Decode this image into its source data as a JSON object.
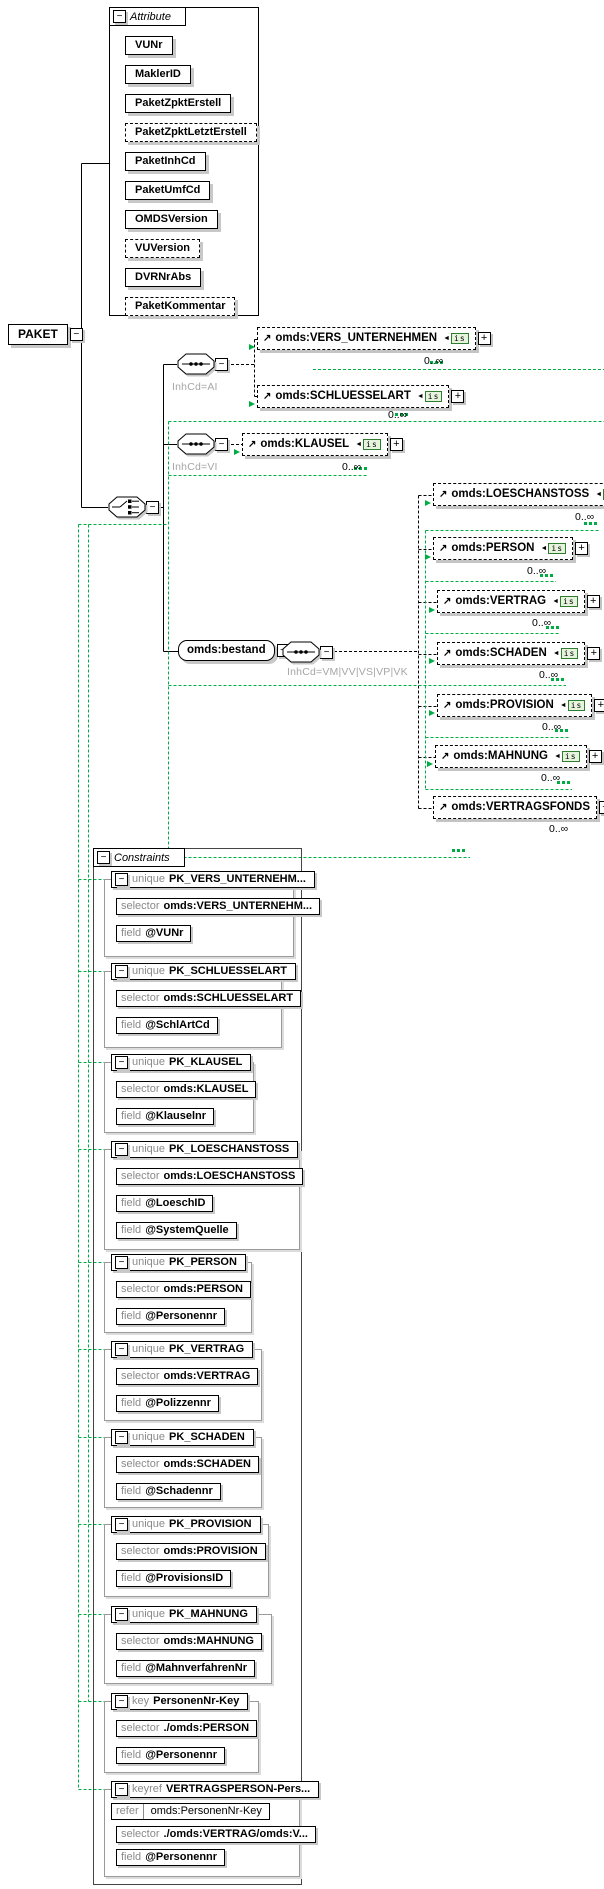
{
  "root": {
    "label": "PAKET"
  },
  "badges": {
    "collapse": "−",
    "expand": "+",
    "identity_constraint": "is",
    "reference_arrow": "↗",
    "isc_arrow": "◄"
  },
  "keywords": {
    "selector": "selector",
    "field": "field",
    "refer": "refer"
  },
  "attribute_panel": {
    "title": "Attribute",
    "items": [
      {
        "label": "VUNr",
        "required": true
      },
      {
        "label": "MaklerID",
        "required": true
      },
      {
        "label": "PaketZpktErstell",
        "required": true
      },
      {
        "label": "PaketZpktLetztErstell",
        "required": false
      },
      {
        "label": "PaketInhCd",
        "required": true
      },
      {
        "label": "PaketUmfCd",
        "required": true
      },
      {
        "label": "OMDSVersion",
        "required": true
      },
      {
        "label": "VUVersion",
        "required": false
      },
      {
        "label": "DVRNrAbs",
        "required": true
      },
      {
        "label": "PaketKommentar",
        "required": false
      }
    ]
  },
  "connectors": {
    "seq1_label": "InhCd=AI",
    "seq2_label": "InhCd=VI",
    "bestand_seq_label": "InhCd=VM|VV|VS|VP|VK"
  },
  "bestand": {
    "label": "omds:bestand"
  },
  "elements": [
    {
      "name": "omds:VERS_UNTERNEHMEN",
      "occurs": "0..∞"
    },
    {
      "name": "omds:SCHLUESSELART",
      "occurs": "0..∞"
    },
    {
      "name": "omds:KLAUSEL",
      "occurs": "0..∞"
    },
    {
      "name": "omds:LOESCHANSTOSS",
      "occurs": "0..∞"
    },
    {
      "name": "omds:PERSON",
      "occurs": "0..∞"
    },
    {
      "name": "omds:VERTRAG",
      "occurs": "0..∞"
    },
    {
      "name": "omds:SCHADEN",
      "occurs": "0..∞"
    },
    {
      "name": "omds:PROVISION",
      "occurs": "0..∞"
    },
    {
      "name": "omds:MAHNUNG",
      "occurs": "0..∞"
    },
    {
      "name": "omds:VERTRAGSFONDS",
      "occurs": "0..∞"
    }
  ],
  "constraints_panel": {
    "title": "Constraints",
    "items": [
      {
        "kind": "unique",
        "name": "PK_VERS_UNTERNEHM...",
        "selector": "omds:VERS_UNTERNEHM...",
        "fields": [
          "@VUNr"
        ]
      },
      {
        "kind": "unique",
        "name": "PK_SCHLUESSELART",
        "selector": "omds:SCHLUESSELART",
        "fields": [
          "@SchlArtCd"
        ]
      },
      {
        "kind": "unique",
        "name": "PK_KLAUSEL",
        "selector": "omds:KLAUSEL",
        "fields": [
          "@Klauselnr"
        ]
      },
      {
        "kind": "unique",
        "name": "PK_LOESCHANSTOSS",
        "selector": "omds:LOESCHANSTOSS",
        "fields": [
          "@LoeschID",
          "@SystemQuelle"
        ]
      },
      {
        "kind": "unique",
        "name": "PK_PERSON",
        "selector": "omds:PERSON",
        "fields": [
          "@Personennr"
        ]
      },
      {
        "kind": "unique",
        "name": "PK_VERTRAG",
        "selector": "omds:VERTRAG",
        "fields": [
          "@Polizzennr"
        ]
      },
      {
        "kind": "unique",
        "name": "PK_SCHADEN",
        "selector": "omds:SCHADEN",
        "fields": [
          "@Schadennr"
        ]
      },
      {
        "kind": "unique",
        "name": "PK_PROVISION",
        "selector": "omds:PROVISION",
        "fields": [
          "@ProvisionsID"
        ]
      },
      {
        "kind": "unique",
        "name": "PK_MAHNUNG",
        "selector": "omds:MAHNUNG",
        "fields": [
          "@MahnverfahrenNr"
        ]
      },
      {
        "kind": "key",
        "name": "PersonenNr-Key",
        "selector": "./omds:PERSON",
        "fields": [
          "@Personennr"
        ]
      },
      {
        "kind": "keyref",
        "name": "VERTRAGSPERSON-Pers...",
        "refer": "omds:PersonenNr-Key",
        "selector": "./omds:VERTRAG/omds:V...",
        "fields": [
          "@Personennr"
        ]
      }
    ]
  }
}
